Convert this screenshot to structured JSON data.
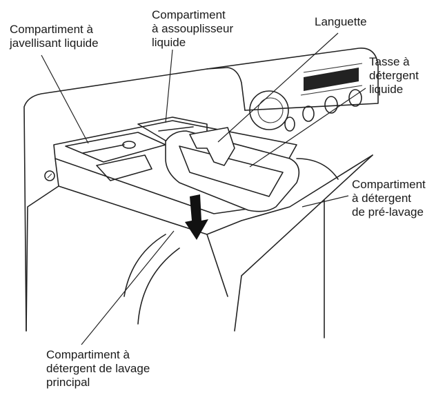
{
  "labels": {
    "bleach": [
      "Compartiment à",
      "javellisant liquide"
    ],
    "softener": [
      "Compartiment",
      "à assouplisseur",
      "liquide"
    ],
    "tab": [
      "Languette"
    ],
    "liquid_cup": [
      "Tasse à",
      "détergent",
      "liquide"
    ],
    "prewash": [
      "Compartiment",
      "à détergent",
      "de pré-lavage"
    ],
    "main_wash": [
      "Compartiment à",
      "détergent de lavage",
      "principal"
    ]
  },
  "icons": {
    "arrow": "down-arrow-icon"
  }
}
